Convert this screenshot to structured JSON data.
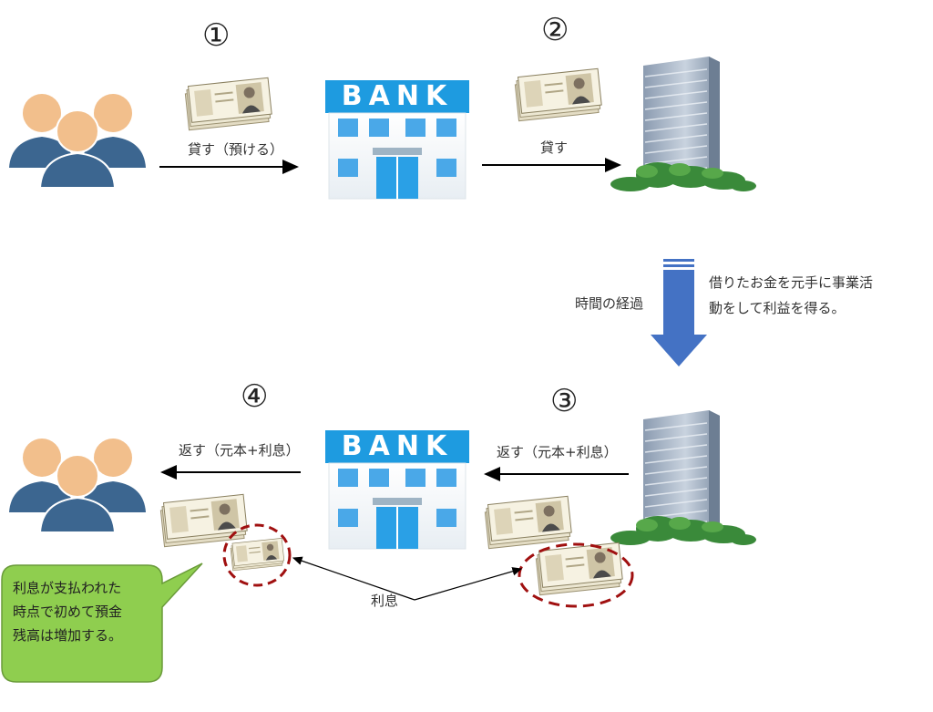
{
  "steps": {
    "step1": "①",
    "step2": "②",
    "step3": "③",
    "step4": "④"
  },
  "labels": {
    "lend_deposit": "貸す（預ける）",
    "lend": "貸す",
    "time_passes": "時間の経過",
    "business_note_line1": "借りたお金を元手に事業活",
    "business_note_line2": "動をして利益を得る。",
    "return_bank_to_people": "返す（元本+利息）",
    "return_company_to_bank": "返す（元本+利息）",
    "interest": "利息"
  },
  "bank_sign": "BANK",
  "callout": "利息が支払われた\n時点で初めて預金\n残高は増加する。",
  "colors": {
    "person_head": "#f2bf8c",
    "person_body": "#3c6690",
    "bank_sign": "#1e9be0",
    "bank_window": "#4aa8e8",
    "arrow_down": "#4472c4",
    "callout_fill": "#8fce4f",
    "interest_circle": "#a01010",
    "building_glass": "#a8b6c6",
    "tree_green": "#3a8a3a"
  },
  "icons": [
    "people-group-icon",
    "bank-icon",
    "office-building-icon",
    "banknote-bundle-icon"
  ]
}
